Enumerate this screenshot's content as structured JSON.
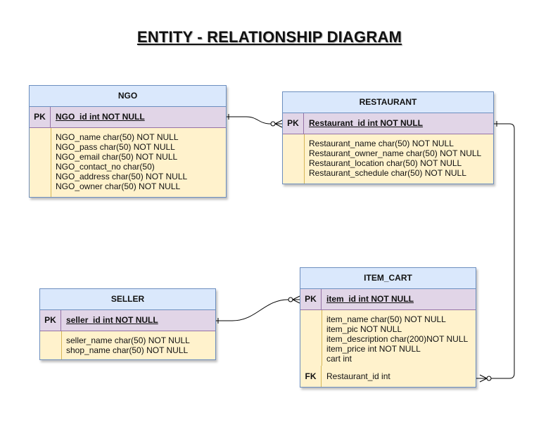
{
  "title": "ENTITY - RELATIONSHIP DIAGRAM",
  "colors": {
    "header_fill": "#dae8fc",
    "header_stroke": "#6c8ebf",
    "pk_fill": "#e1d5e7",
    "attr_fill": "#fff2cc"
  },
  "entities": {
    "ngo": {
      "name": "NGO",
      "pk_label": "PK",
      "pk": "NGO_id int NOT NULL",
      "attributes": [
        "NGO_name char(50) NOT NULL",
        "NGO_pass char(50) NOT NULL",
        "NGO_email char(50) NOT NULL",
        "NGO_contact_no char(50)",
        "NGO_address char(50) NOT NULL",
        "NGO_owner char(50) NOT NULL"
      ]
    },
    "restaurant": {
      "name": "RESTAURANT",
      "pk_label": "PK",
      "pk": "Restaurant_id int NOT NULL",
      "attributes": [
        "Restaurant_name char(50) NOT NULL",
        "Restaurant_owner_name char(50) NOT NULL",
        "Restaurant_location char(50) NOT NULL",
        "Restaurant_schedule char(50) NOT NULL"
      ]
    },
    "seller": {
      "name": "SELLER",
      "pk_label": "PK",
      "pk": "seller_id int NOT NULL",
      "attributes": [
        "seller_name char(50) NOT NULL",
        "shop_name char(50) NOT NULL"
      ]
    },
    "item_cart": {
      "name": "ITEM_CART",
      "pk_label": "PK",
      "pk": "item_id int NOT NULL",
      "attributes": [
        "item_name char(50) NOT NULL",
        "item_pic NOT NULL",
        "item_description char(200)NOT NULL",
        "item_price int NOT NULL",
        "cart int"
      ],
      "fk_label": "FK",
      "fk": "Restaurant_id int"
    }
  },
  "relationships": [
    {
      "from": "ngo.NGO_id",
      "to": "restaurant.Restaurant_id",
      "from_cardinality": "one",
      "to_cardinality": "zero-or-many"
    },
    {
      "from": "seller.seller_id",
      "to": "item_cart.item_id",
      "from_cardinality": "one",
      "to_cardinality": "zero-or-many"
    },
    {
      "from": "restaurant.Restaurant_id",
      "to": "item_cart.Restaurant_id",
      "from_cardinality": "one",
      "to_cardinality": "zero-or-many"
    }
  ]
}
